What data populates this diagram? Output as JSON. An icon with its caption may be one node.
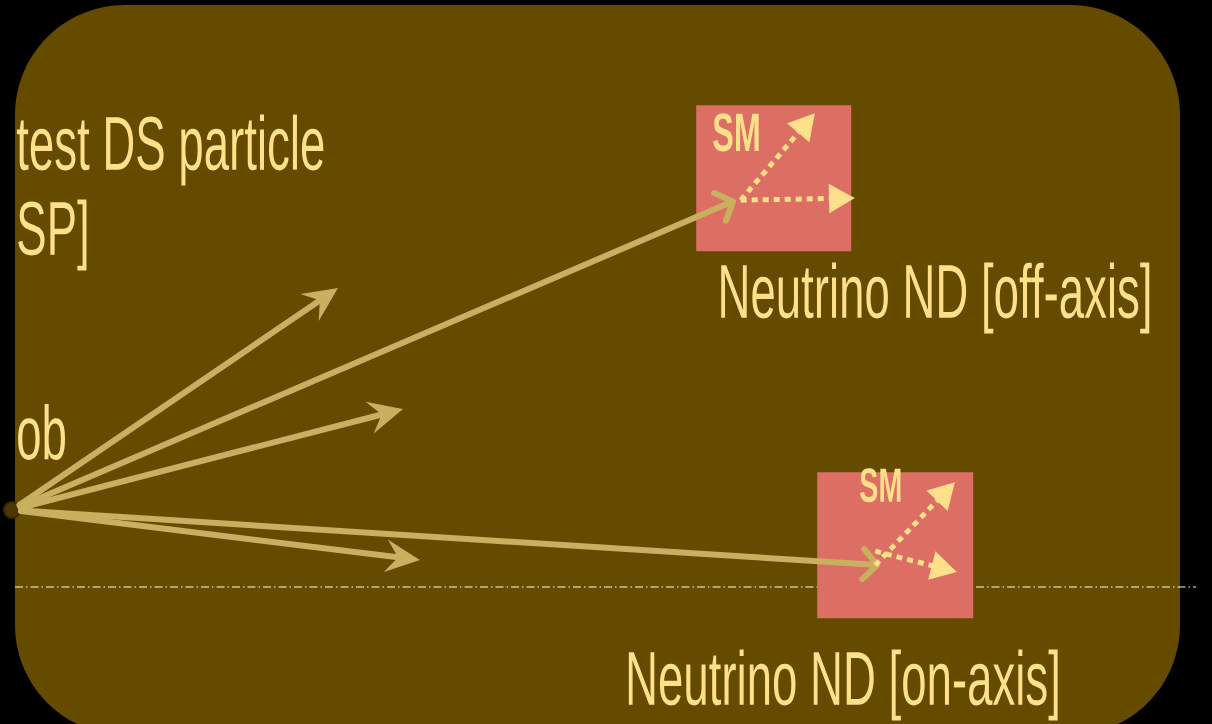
{
  "diagram": {
    "nodes": [
      {
        "text": [
          "SM"
        ],
        "beside": [
          "Neutrino ND [off-axis]"
        ]
      },
      {
        "text": [
          "SM"
        ],
        "beside": [
          "Neutrino ND [on-axis]"
        ]
      },
      {
        "text": [],
        "shape": "circle"
      }
    ],
    "edges": [
      {
        "from": 2,
        "to": null,
        "arrow": "to"
      },
      {
        "from": 2,
        "to": 0,
        "arrow": "to"
      },
      {
        "from": 2,
        "to": null,
        "arrow": "to"
      },
      {
        "from": 2,
        "to": 1,
        "arrow": "to"
      },
      {
        "from": 2,
        "to": null,
        "arrow": "to"
      },
      {
        "from": 0,
        "to": null,
        "arrow": "to",
        "style": "dashed",
        "color": "#ffe08a"
      },
      {
        "from": 0,
        "to": null,
        "arrow": "to",
        "style": "dashed",
        "color": "#ffe08a"
      },
      {
        "from": 1,
        "to": null,
        "arrow": "to",
        "style": "dashed",
        "color": "#ffe08a"
      },
      {
        "from": 1,
        "to": null,
        "arrow": "to",
        "style": "dashed",
        "color": "#ffe08a"
      }
    ],
    "labels": [
      "test DS particle",
      "SP]",
      "ob"
    ]
  }
}
